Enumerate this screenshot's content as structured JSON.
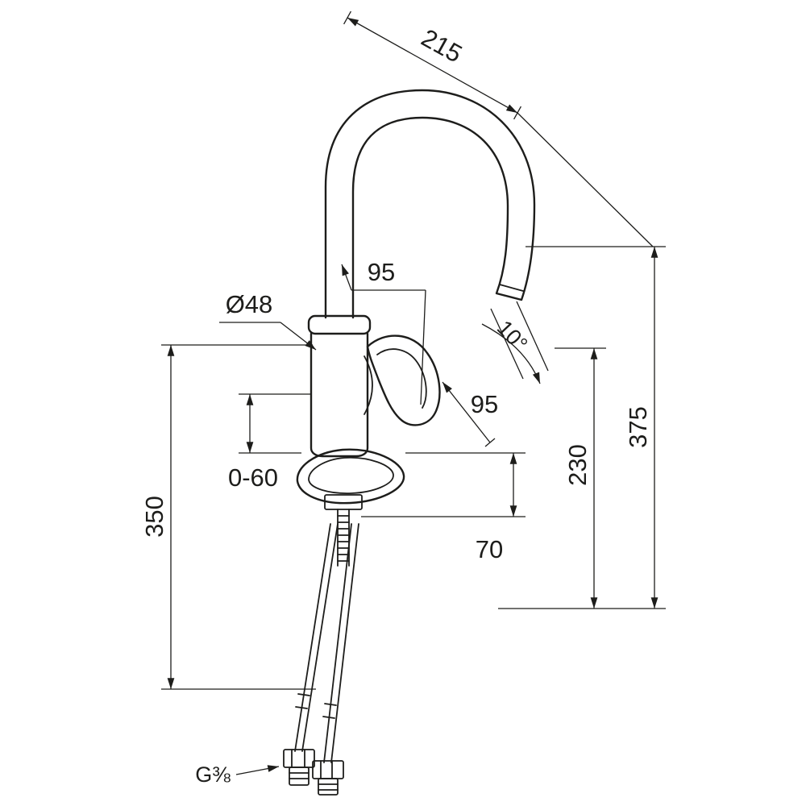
{
  "drawing": {
    "description": "Technical dimension drawing (side elevation) of a single-lever kitchen mixer tap with high swivel gooseneck spout, mounting stud and two flexible supply hoses",
    "units": "mm",
    "line_color": "#1d1d1b",
    "background_color": "#ffffff",
    "labels": {
      "spout_reach": "215",
      "spout_offset": "95",
      "body_diameter": "Ø48",
      "swivel_angle": "10°",
      "handle_length": "95",
      "outlet_height": "230",
      "overall_height": "375",
      "clamping_range": "0-60",
      "hose_length": "350",
      "stud_length": "70",
      "thread_size": "G⅜"
    }
  }
}
